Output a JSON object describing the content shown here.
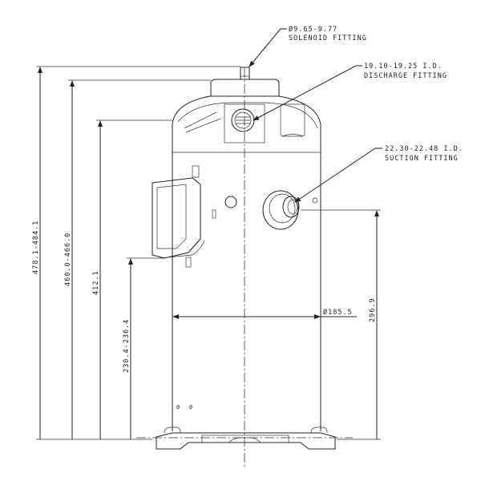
{
  "drawing": {
    "callouts": {
      "solenoid": {
        "size": "Ø9.65-9.77",
        "name": "SOLENOID FITTING"
      },
      "discharge": {
        "size": "19.10-19.25 I.D.",
        "name": "DISCHARGE FITTING"
      },
      "suction": {
        "size": "22.30-22.48 I.D.",
        "name": "SUCTION FITTING"
      }
    },
    "dimensions": {
      "overall_height": "478.1-484.1",
      "body_height": "460.0-466.0",
      "shoulder_height": "412.1",
      "terminal_box_height": "230.4-236.4",
      "suction_height": "296.9",
      "diameter": "Ø185.5"
    }
  }
}
